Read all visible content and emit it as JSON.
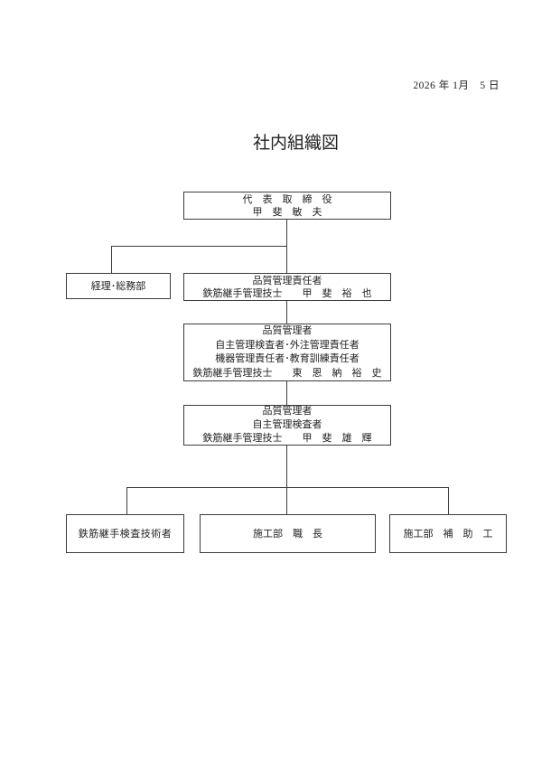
{
  "header": {
    "date": "2026 年 1月　5 日",
    "title": "社内組織図"
  },
  "chart": {
    "president": {
      "role": "代表取締役",
      "lines": [
        "代　表　取　締　役",
        "甲　斐　敏　夫"
      ]
    },
    "accounting": {
      "role": "経理・総務部",
      "lines": [
        "経理･総務部"
      ]
    },
    "quality_chief": {
      "role": "品質管理責任者",
      "lines": [
        "品質管理責任者",
        "鉄筋継手管理技士　　甲　斐　裕　也"
      ]
    },
    "quality_manager_first": {
      "role": "品質管理者",
      "lines": [
        "品質管理者",
        "自主管理検査者･外注管理責任者",
        "機器管理責任者･教育訓練責任者",
        "鉄筋継手管理技士　　東　恩　納　裕　史"
      ]
    },
    "quality_manager_second": {
      "role": "品質管理者",
      "lines": [
        "品質管理者",
        "自主管理検査者",
        "鉄筋継手管理技士　　甲　斐　雄　輝"
      ]
    },
    "inspector": {
      "role": "鉄筋継手検査技術者",
      "lines": [
        "鉄筋継手検査技術者"
      ]
    },
    "foreman": {
      "role": "施工部 職長",
      "lines": [
        "施工部　職　長"
      ]
    },
    "assistant": {
      "role": "施工部 補助工",
      "lines": [
        "施工部　補　助　工"
      ]
    }
  },
  "colors": {
    "line": "#3c3c3c",
    "text": "#222222",
    "background": "#ffffff"
  }
}
